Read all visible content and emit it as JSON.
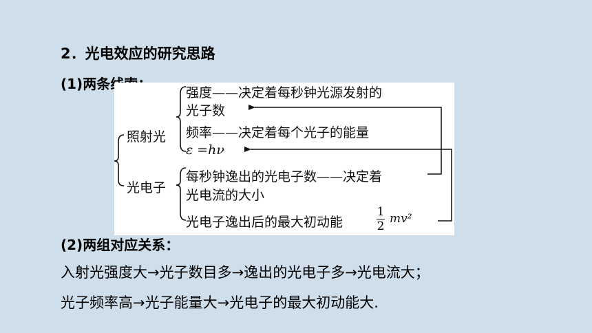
{
  "title": "2．光电效应的研究思路",
  "section1": "(1)两条线索：",
  "diagram": {
    "illum_label": "照射光",
    "photoelectron_label": "光电子",
    "intensity_line1": "强度——决定着每秒钟光源发射的",
    "intensity_line2": "光子数",
    "frequency_line": "频率——决定着每个光子的能量",
    "energy_formula": "ε =hν",
    "emitted_line1": "每秒钟逸出的光电子数——决定着",
    "emitted_line2": "光电流的大小",
    "kinetic_prefix": "光电子逸出后的最大初动能",
    "frac_num": "1",
    "frac_den": "2",
    "kinetic_suffix": "mv²"
  },
  "section2": "(2)两组对应关系：",
  "relation1": "入射光强度大→光子数目多→逸出的光电子多→光电流大；",
  "relation2": "光子频率高→光子能量大→光电子的最大初动能大."
}
